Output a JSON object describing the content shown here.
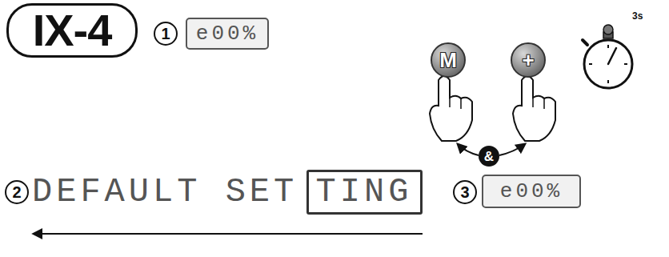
{
  "diagram": {
    "nodes": [
      {
        "text": [
          "IX-4"
        ]
      },
      {
        "text": [
          "e00%"
        ]
      },
      {
        "text": [
          "M"
        ]
      },
      {
        "text": [
          "+"
        ]
      },
      {
        "text": [
          "&"
        ]
      },
      {
        "text": [
          "TING"
        ]
      },
      {
        "text": [
          "e00%"
        ]
      }
    ],
    "labels": [
      "1",
      "3s",
      "2",
      "DEFAULT SET",
      "3"
    ]
  }
}
